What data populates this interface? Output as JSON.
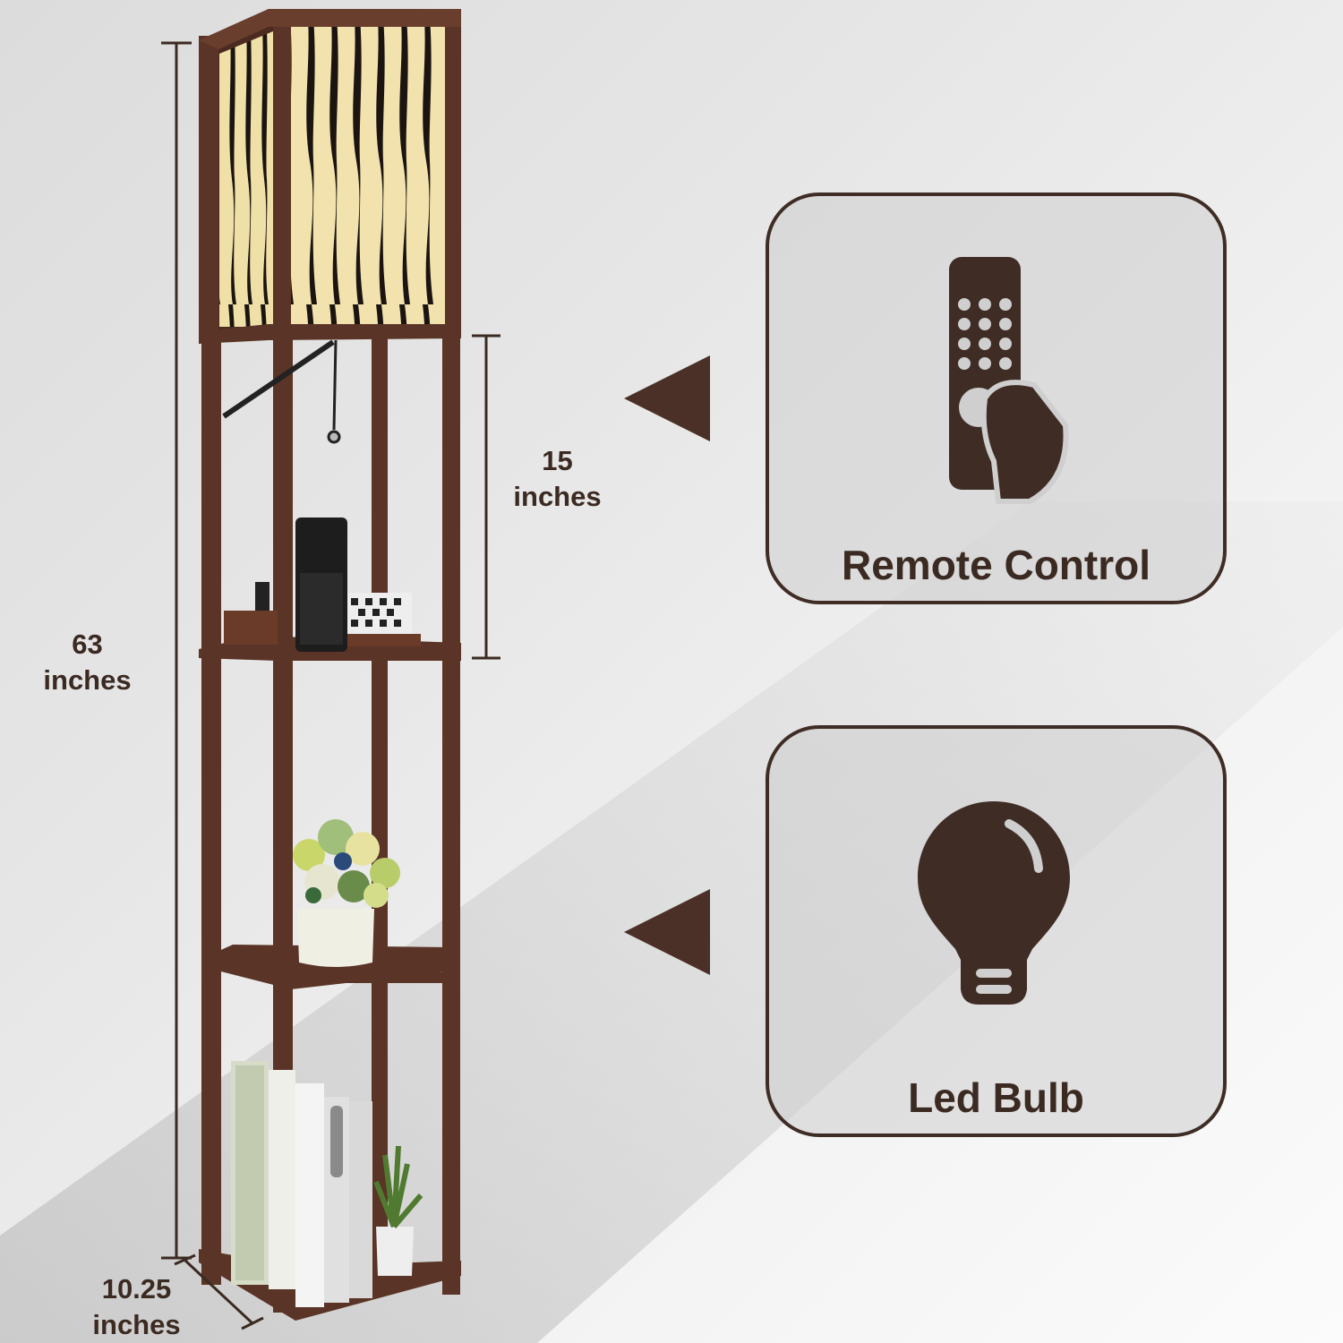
{
  "dimensions": {
    "height": {
      "value": "63",
      "unit": "inches"
    },
    "shelf_gap": {
      "value": "15",
      "unit": "inches"
    },
    "base_width": {
      "value": "10.25",
      "unit": "inches"
    }
  },
  "features": [
    {
      "label": "Remote Control",
      "icon": "remote-control-icon"
    },
    {
      "label": "Led Bulb",
      "icon": "light-bulb-icon"
    }
  ],
  "colors": {
    "brand_brown": "#3f2d25",
    "wood": "#5a3426",
    "shade_light": "#f3e6b5",
    "shade_dark": "#1b1410"
  }
}
